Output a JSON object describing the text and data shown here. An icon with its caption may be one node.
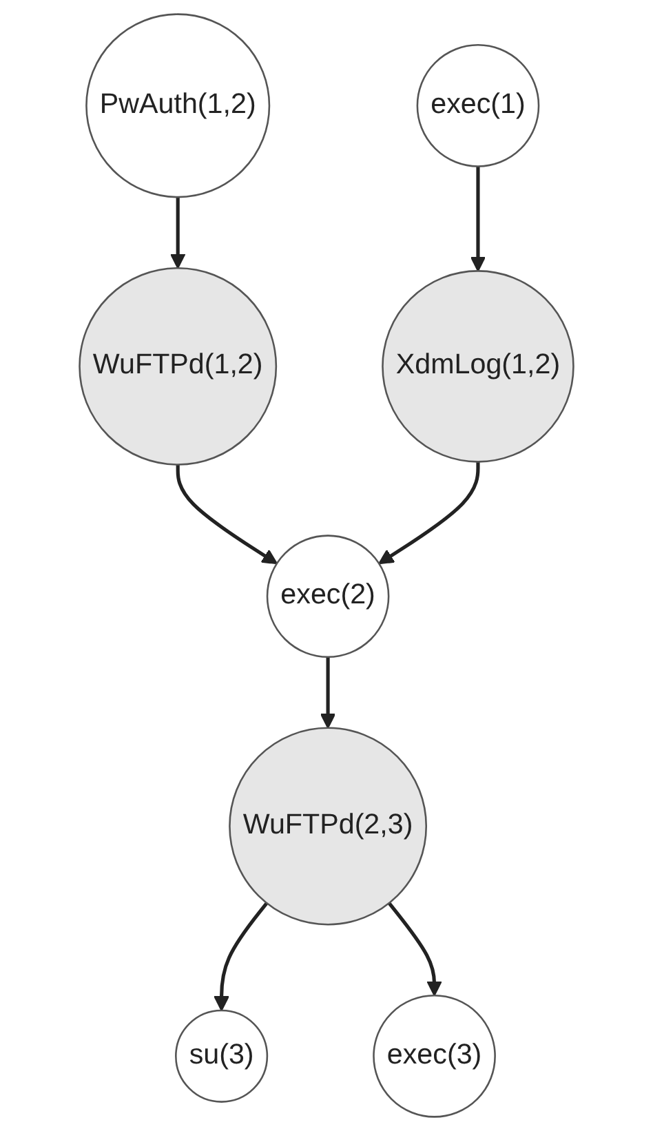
{
  "diagram": {
    "nodes": [
      {
        "text": [
          "PwAuth(1,2)"
        ]
      },
      {
        "text": [
          "exec(1)"
        ]
      },
      {
        "text": [
          "WuFTPd(1,2)"
        ]
      },
      {
        "text": [
          "XdmLog(1,2)"
        ]
      },
      {
        "text": [
          "exec(2)"
        ]
      },
      {
        "text": [
          "WuFTPd(2,3)"
        ]
      },
      {
        "text": [
          "su(3)"
        ]
      },
      {
        "text": [
          "exec(3)"
        ]
      }
    ],
    "edges": [
      {
        "from": 0,
        "to": 2,
        "arrow": "to"
      },
      {
        "from": 1,
        "to": 3,
        "arrow": "to"
      },
      {
        "from": 2,
        "to": 4,
        "arrow": "to"
      },
      {
        "from": 3,
        "to": 4,
        "arrow": "to"
      },
      {
        "from": 4,
        "to": 5,
        "arrow": "to"
      },
      {
        "from": 5,
        "to": 6,
        "arrow": "to"
      },
      {
        "from": 5,
        "to": 7,
        "arrow": "to"
      }
    ]
  }
}
